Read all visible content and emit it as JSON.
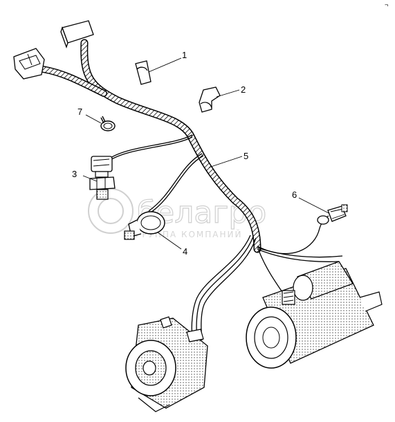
{
  "callouts": [
    {
      "id": "1",
      "label": "1"
    },
    {
      "id": "2",
      "label": "2"
    },
    {
      "id": "3",
      "label": "3"
    },
    {
      "id": "4",
      "label": "4"
    },
    {
      "id": "5",
      "label": "5"
    },
    {
      "id": "6",
      "label": "6"
    },
    {
      "id": "7",
      "label": "7"
    }
  ],
  "watermark": {
    "brand": "белагро",
    "subtitle": "ГРУППА КОМПАНИЙ"
  },
  "corner_mark": "¬"
}
